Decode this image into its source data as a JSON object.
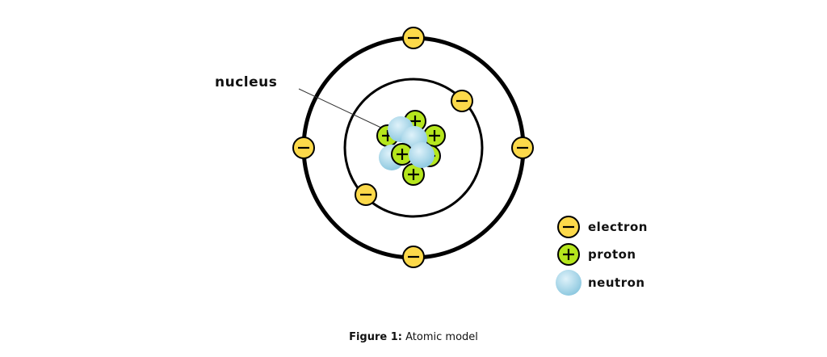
{
  "labels": {
    "nucleus": "nucleus"
  },
  "legend": [
    {
      "type": "electron",
      "label": "electron"
    },
    {
      "type": "proton",
      "label": "proton"
    },
    {
      "type": "neutron",
      "label": "neutron"
    }
  ],
  "caption": {
    "prefix": "Figure 1:",
    "text": "Atomic model"
  },
  "colors": {
    "electron": "#fcd94a",
    "proton": "#b5e61d",
    "neutron": "#a9d8ea",
    "ring": "#000000"
  },
  "icons": {
    "electron": "minus-sign",
    "proton": "plus-sign",
    "neutron": "plain-sphere"
  }
}
